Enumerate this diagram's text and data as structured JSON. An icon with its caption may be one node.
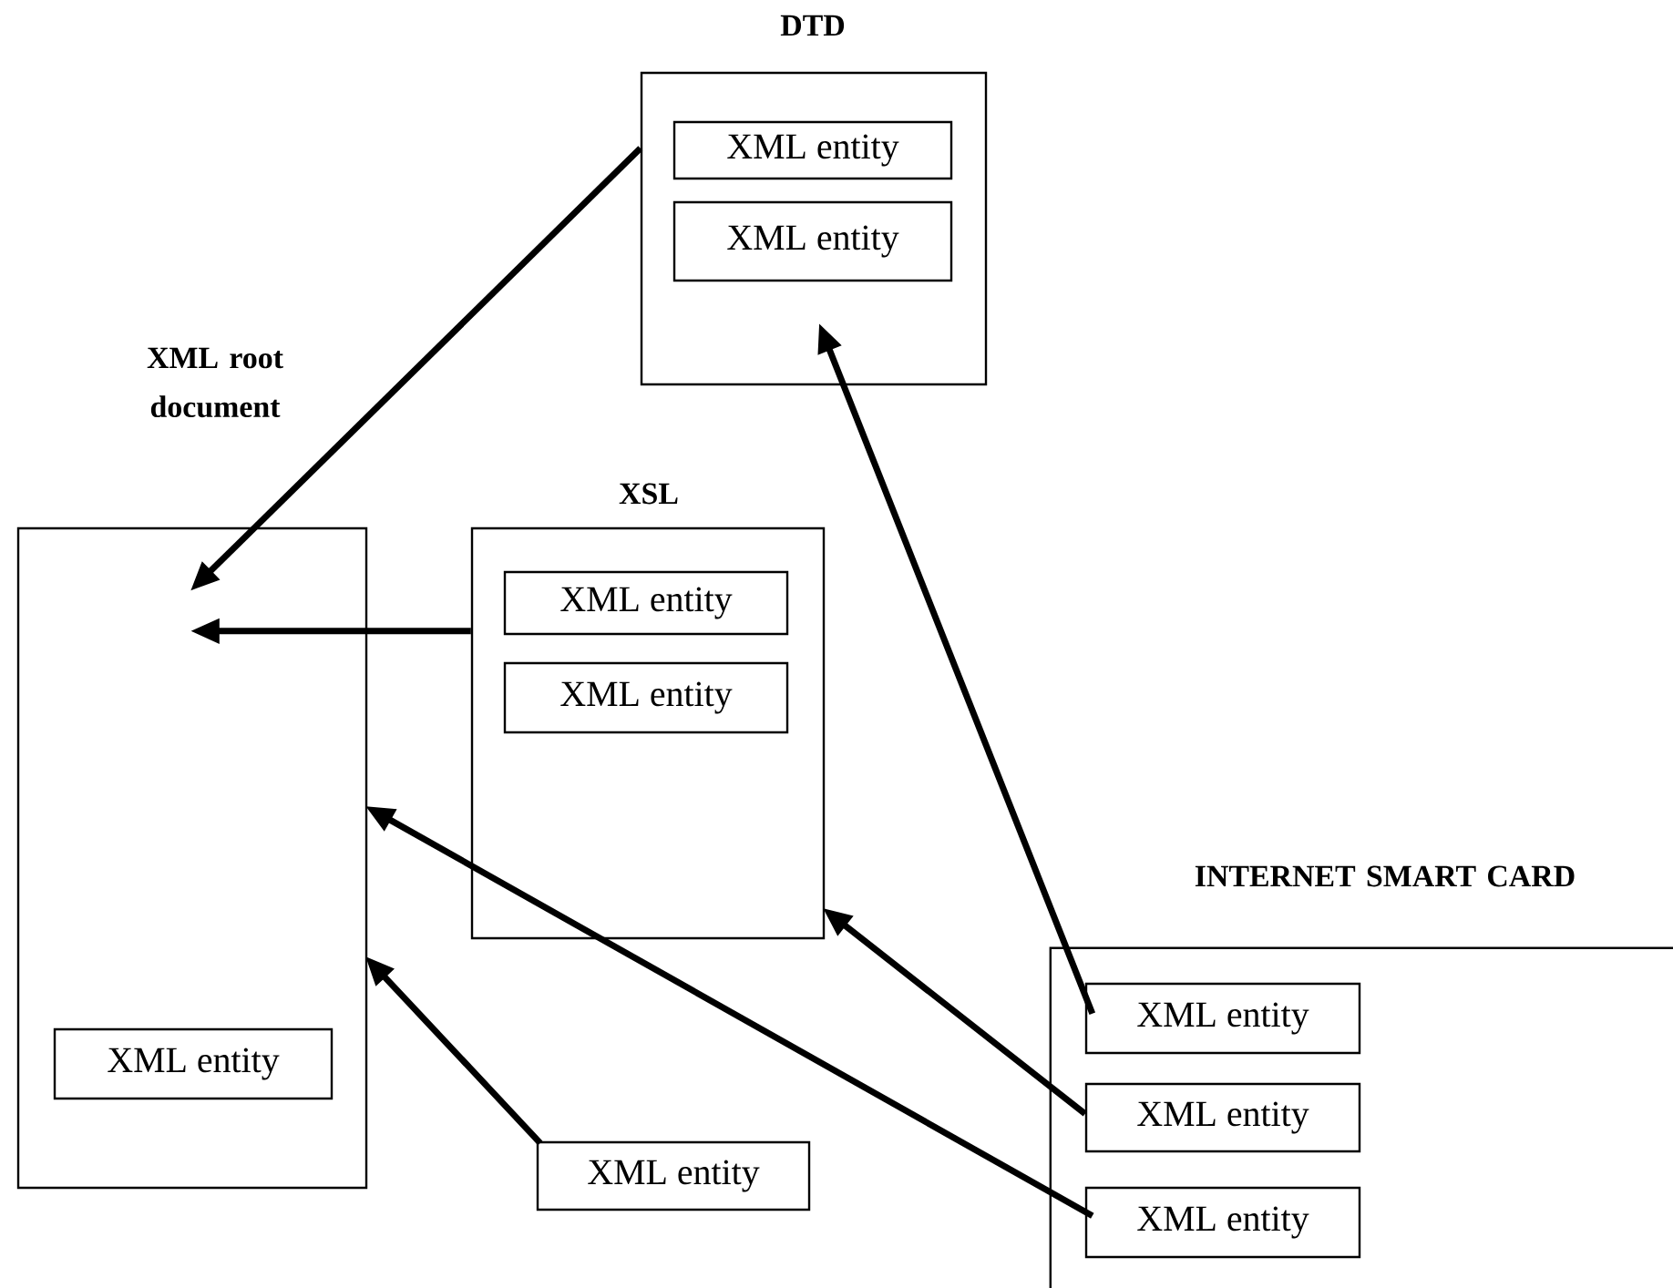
{
  "diagram": {
    "nodes": [
      {
        "text": [
          "DTD"
        ]
      },
      {
        "text": [
          "XML entity"
        ],
        "in": 0
      },
      {
        "text": [
          "XML entity"
        ],
        "in": 0
      },
      {
        "text": [
          "XML root document"
        ]
      },
      {
        "text": [
          "XSL"
        ]
      },
      {
        "text": [
          "XML entity"
        ],
        "in": 4
      },
      {
        "text": [
          "XML entity"
        ],
        "in": 4
      },
      {
        "text": [
          "XML entity"
        ],
        "in": 3
      },
      {
        "text": [
          "XML entity"
        ]
      },
      {
        "text": [
          "INTERNET SMART CARD"
        ]
      },
      {
        "text": [
          "XML entity"
        ],
        "in": 9
      },
      {
        "text": [
          "XML entity"
        ],
        "in": 9
      },
      {
        "text": [
          "XML entity"
        ],
        "in": 9
      }
    ],
    "edges": [
      {
        "from": 0,
        "to": 3,
        "arrow": "to"
      },
      {
        "from": 4,
        "to": 3,
        "arrow": "to"
      },
      {
        "from": 12,
        "to": 3,
        "arrow": "to"
      },
      {
        "from": 8,
        "to": 3,
        "arrow": "to"
      },
      {
        "from": 11,
        "to": 4,
        "arrow": "to"
      },
      {
        "from": 10,
        "to": 0,
        "arrow": "to"
      }
    ]
  }
}
